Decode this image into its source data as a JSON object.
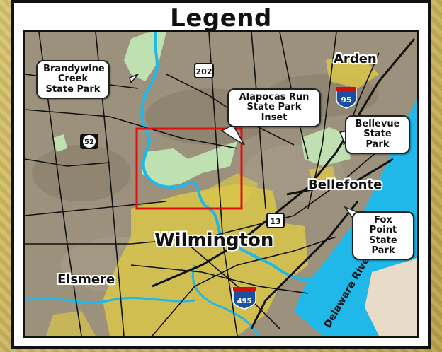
{
  "legend_title": "Legend",
  "labels": {
    "brandywine": "Brandywine\nCreek\nState Park",
    "alapocas": "Alapocas Run\nState Park Inset",
    "bellevue": "Bellevue\nState Park",
    "foxpoint": "Fox Point\nState Park",
    "arden": "Arden",
    "bellefonte": "Bellefonte",
    "wilmington": "Wilmington",
    "elsmere": "Elsmere",
    "river": "Delaware River"
  },
  "shields": {
    "us202": "202",
    "i95": "95",
    "r52": "52",
    "us13": "13",
    "i495": "495"
  },
  "colors": {
    "terrain": "#9c917c",
    "urban": "#d9c64a",
    "park": "#bfe0b0",
    "water": "#1fb8e8",
    "inset": "#e01010"
  }
}
